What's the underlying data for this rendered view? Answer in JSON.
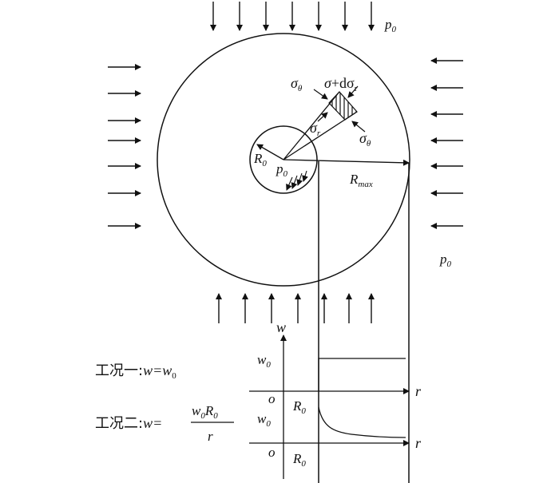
{
  "labels": {
    "p0_top": "p",
    "p0_top_sub": "0",
    "p0_right": "p",
    "p0_right_sub": "0",
    "p0_inner": "p",
    "p0_inner_sub": "0",
    "R0": "R",
    "R0_sub": "0",
    "Rmax": "R",
    "Rmax_sub": "max",
    "sigma_theta_left": "σ",
    "sigma_theta_left_sub": "θ",
    "sigma_theta_right": "σ",
    "sigma_theta_right_sub": "θ",
    "sigma_r_plus": "σ",
    "sigma_r_plus_mid": "+dσ",
    "sigma_r_plus_sub": "r",
    "sigma_r": "σ",
    "sigma_r_sub": "r",
    "w_axis": "w",
    "case1_prefix": "工况一:",
    "case1_eq": "w=w",
    "case1_eq_sub": "0",
    "case2_prefix": "工况二:",
    "case2_eq": "w=",
    "case2_num": "w",
    "case2_num_sub": "0",
    "case2_num_R": "R",
    "case2_num_R_sub": "0",
    "case2_den": "r",
    "g1_w0": "w",
    "g1_w0_sub": "0",
    "g1_o": "o",
    "g1_R0": "R",
    "g1_R0_sub": "0",
    "g1_r": "r",
    "g2_w0": "w",
    "g2_w0_sub": "0",
    "g2_o": "o",
    "g2_R0": "R",
    "g2_R0_sub": "0",
    "g2_r": "r"
  }
}
